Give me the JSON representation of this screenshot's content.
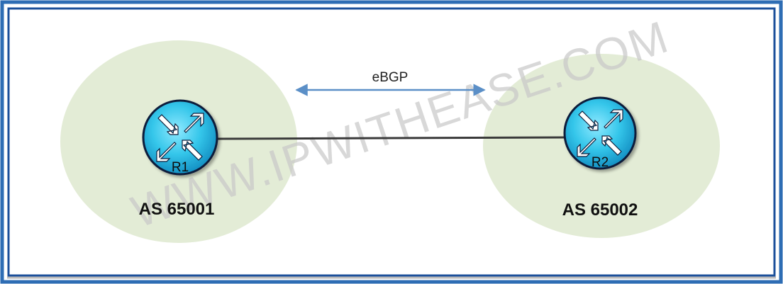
{
  "diagram": {
    "link": {
      "label": "eBGP"
    },
    "as_left": {
      "label": "AS 65001",
      "router": "R1"
    },
    "as_right": {
      "label": "AS 65002",
      "router": "R2"
    },
    "watermark": "WWW.IPWITHEASE.COM"
  },
  "colors": {
    "border_outer": "#2e6db4",
    "border_inner": "#1b4f9a",
    "as_zone": "#e3ecd6",
    "router_body": "#39c8e8",
    "router_edge": "#0f1f3a",
    "arrow": "#5b8fc7",
    "link_line": "#3a3a3a",
    "watermark": "#c8c8c8"
  }
}
